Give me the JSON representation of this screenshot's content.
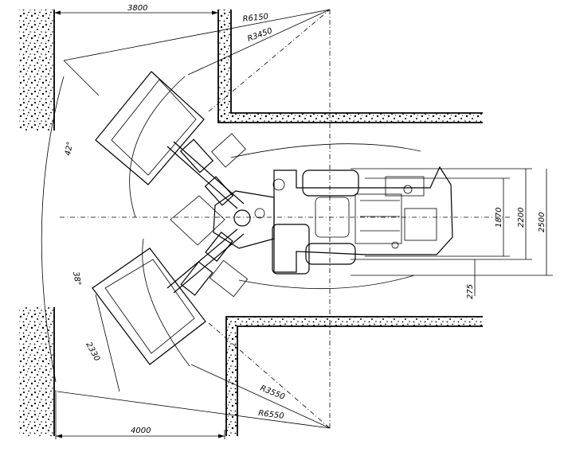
{
  "drawing": {
    "top_width": "3800",
    "bottom_width": "4000",
    "radius_outer_top": "R6150",
    "radius_inner_top": "R3450",
    "radius_inner_bottom": "R3550",
    "radius_outer_bottom": "R6550",
    "angle_top": "42°",
    "angle_bottom": "38°",
    "bucket_length": "2330",
    "width_1870": "1870",
    "width_2200": "2200",
    "width_2500": "2500",
    "offset_275": "275"
  }
}
